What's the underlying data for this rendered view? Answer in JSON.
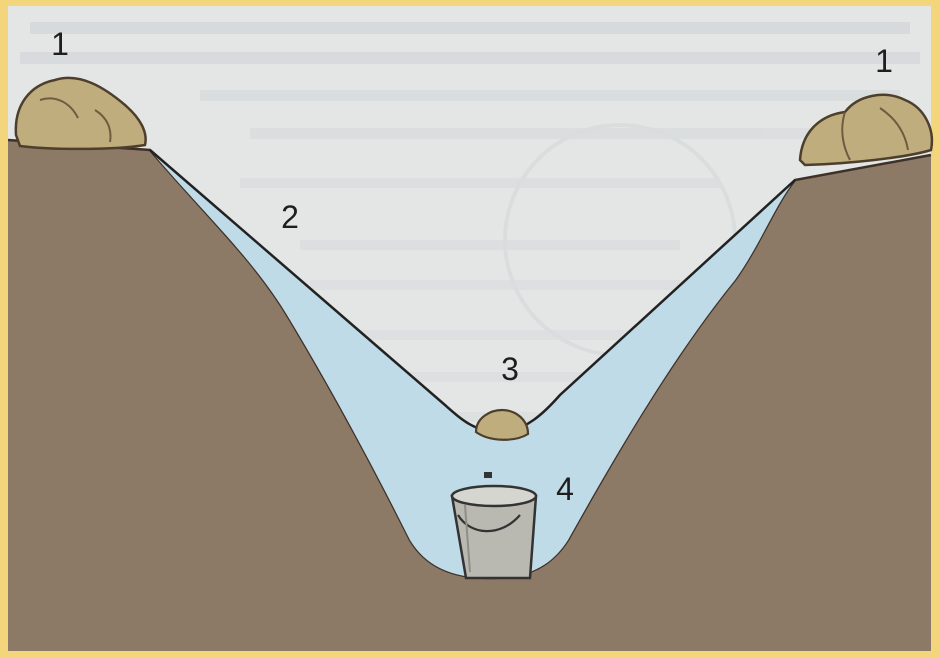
{
  "diagram": {
    "labels": {
      "rock_left": "1",
      "rock_right": "1",
      "plastic_sheet": "2",
      "center_stone": "3",
      "bucket": "4"
    },
    "colors": {
      "frame": "#f3d67c",
      "soil": "#8d7a68",
      "sheet": "#bfdbe8",
      "paper": "#e2e4e4",
      "rock": "#c0ad7e",
      "bucket": "#b9b8b1"
    }
  }
}
